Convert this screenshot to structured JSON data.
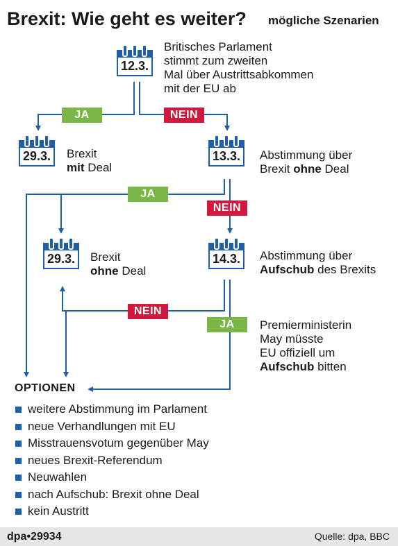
{
  "header": {
    "title": "Brexit: Wie geht es weiter?",
    "subtitle": "mögliche Szenarien"
  },
  "nodes": {
    "start": {
      "date": "12.3.",
      "lines": [
        "Britisches Parlament",
        "stimmt zum zweiten",
        "Mal über Austrittsabkommen",
        "mit der EU ab"
      ]
    },
    "deal": {
      "date": "29.3.",
      "line1": "Brexit",
      "line2_bold": "mit",
      "line2_rest": " Deal"
    },
    "vote_no_deal": {
      "date": "13.3.",
      "line1": "Abstimmung über",
      "line2_pre": "Brexit ",
      "line2_bold": "ohne",
      "line2_rest": " Deal"
    },
    "no_deal": {
      "date": "29.3.",
      "line1": "Brexit",
      "line2_bold": "ohne",
      "line2_rest": " Deal"
    },
    "vote_delay": {
      "date": "14.3.",
      "line1": "Abstimmung über",
      "line2_bold": "Aufschub",
      "line2_rest": " des Brexits"
    },
    "delay": {
      "lines": [
        "Premierministerin",
        "May müsste",
        "EU offiziell um"
      ],
      "line4_bold": "Aufschub",
      "line4_rest": " bitten"
    }
  },
  "badges": {
    "ja": "JA",
    "nein": "NEIN"
  },
  "options": {
    "title": "OPTIONEN",
    "items": [
      "weitere Abstimmung im Parlament",
      "neue Verhandlungen mit EU",
      "Misstrauensvotum gegenüber May",
      "neues Brexit-Referendum",
      "Neuwahlen",
      "nach Aufschub: Brexit ohne Deal",
      "kein Austritt"
    ]
  },
  "footer": {
    "credit": "dpa•29934",
    "source": "Quelle: dpa, BBC"
  },
  "colors": {
    "line_blue": "#1f5fa7",
    "ja_green": "#7ab648",
    "nein_red": "#d2183d"
  }
}
